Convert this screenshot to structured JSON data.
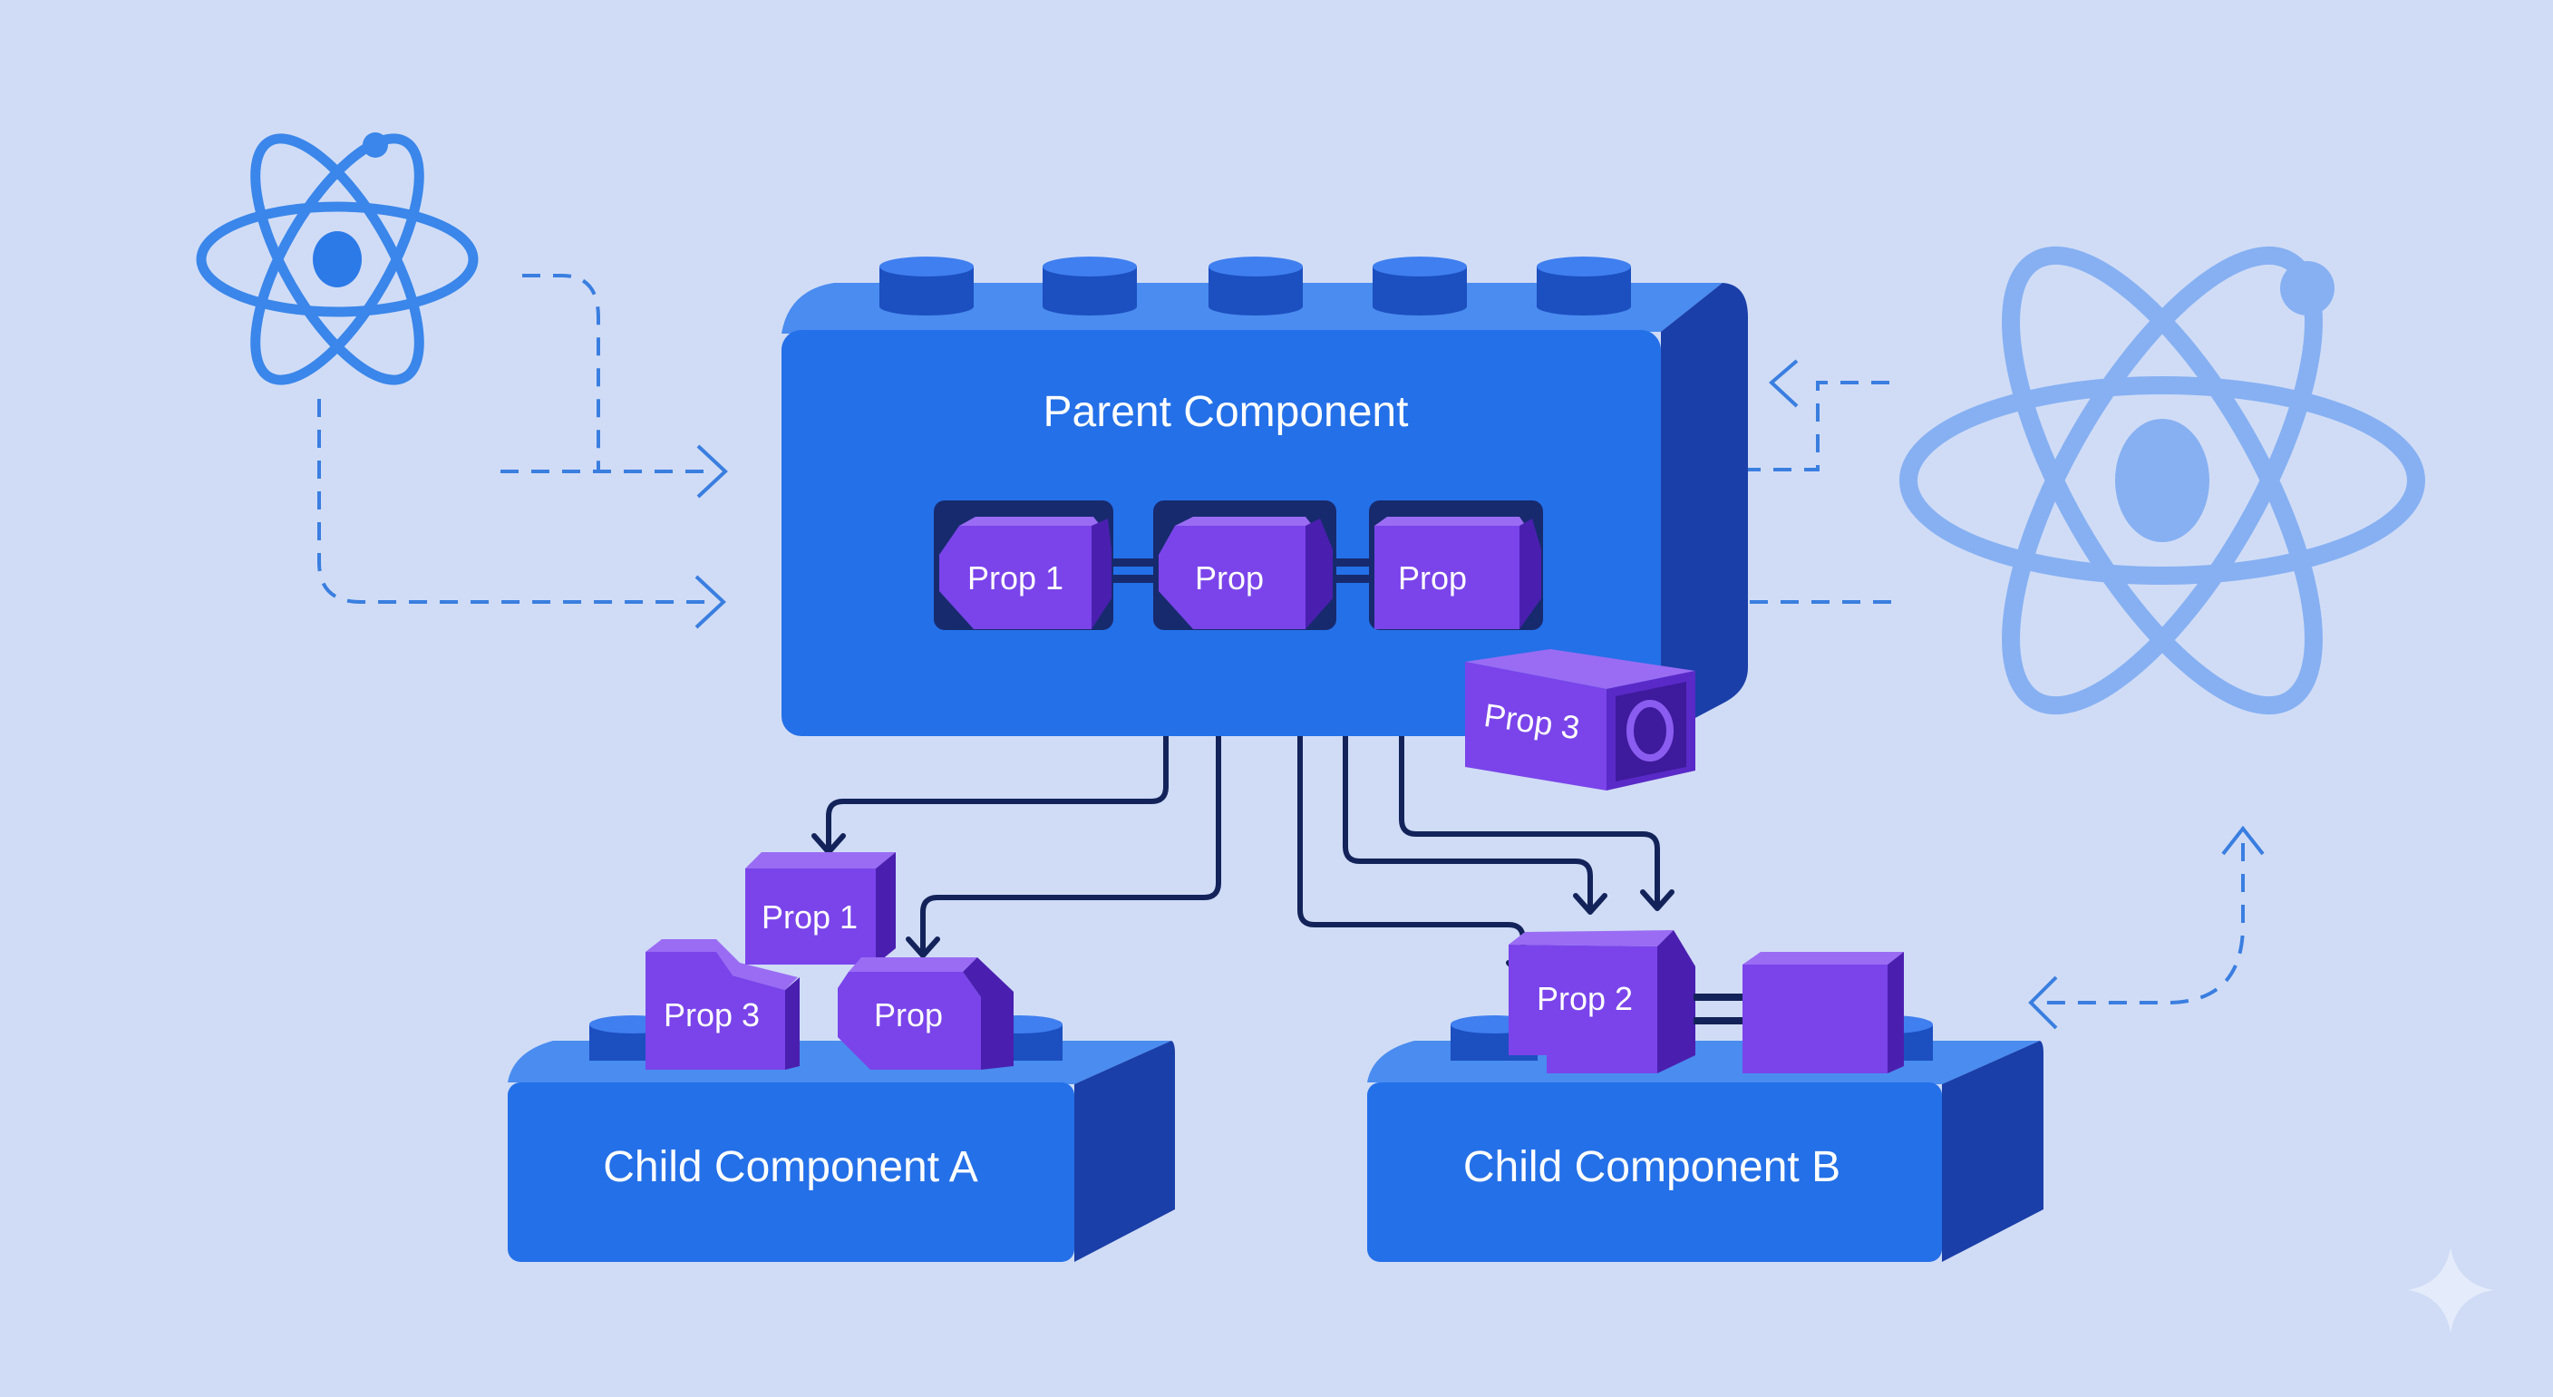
{
  "diagram": {
    "parent": {
      "label": "Parent Component",
      "slots": [
        "Prop 1",
        "Prop",
        "Prop"
      ],
      "detached_prop": "Prop 3"
    },
    "child_a": {
      "label": "Child Component A",
      "props": [
        "Prop 1",
        "Prop 3",
        "Prop"
      ]
    },
    "child_b": {
      "label": "Child Component B",
      "props": [
        "Prop 2",
        ""
      ]
    },
    "icons": [
      "react-atom-icon",
      "react-atom-icon",
      "sparkle-icon"
    ],
    "colors": {
      "background": "#d0dcf6",
      "block_front": "#2470e8",
      "block_top": "#4a8cf0",
      "block_side": "#1a3fa8",
      "prop_front": "#7a44ea",
      "prop_top": "#9a6cf3",
      "prop_side": "#4a1fb0",
      "slot": "#172a6e",
      "connector": "#13235a",
      "atom_left": "#3a86ea",
      "atom_right": "#86b0f2",
      "dashed": "#3a7ee0"
    }
  }
}
